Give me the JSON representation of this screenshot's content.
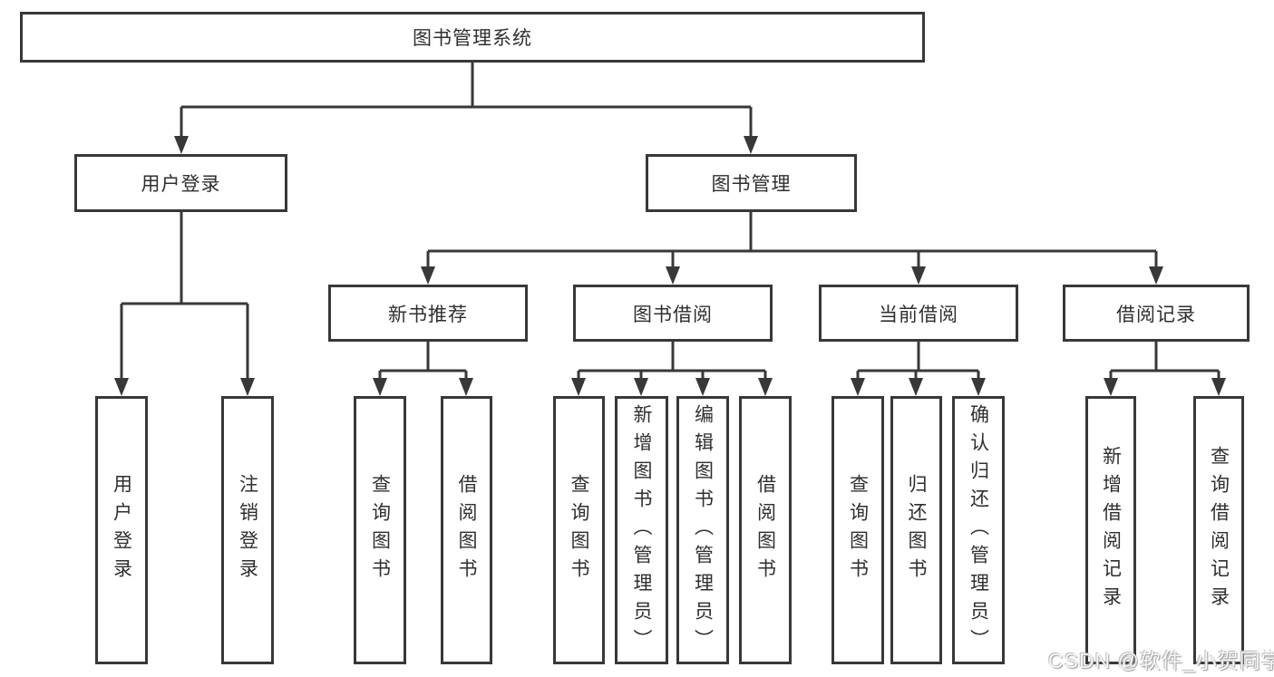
{
  "diagram": {
    "root": "图书管理系统",
    "branches": [
      {
        "label": "用户登录",
        "children": [
          {
            "label": "用户登录"
          },
          {
            "label": "注销登录"
          }
        ]
      },
      {
        "label": "图书管理",
        "children": [
          {
            "label": "新书推荐",
            "children": [
              {
                "label": "查询图书"
              },
              {
                "label": "借阅图书"
              }
            ]
          },
          {
            "label": "图书借阅",
            "children": [
              {
                "label": "查询图书"
              },
              {
                "label": "新增图书（管理员）"
              },
              {
                "label": "编辑图书（管理员）"
              },
              {
                "label": "借阅图书"
              }
            ]
          },
          {
            "label": "当前借阅",
            "children": [
              {
                "label": "查询图书"
              },
              {
                "label": "归还图书"
              },
              {
                "label": "确认归还（管理员）"
              }
            ]
          },
          {
            "label": "借阅记录",
            "children": [
              {
                "label": "新增借阅记录"
              },
              {
                "label": "查询借阅记录"
              }
            ]
          }
        ]
      }
    ]
  },
  "watermark": "CSDN @软件_小贺同学",
  "colors": {
    "line": "#383838",
    "text": "#2f2f2f",
    "background": "#ffffff"
  }
}
